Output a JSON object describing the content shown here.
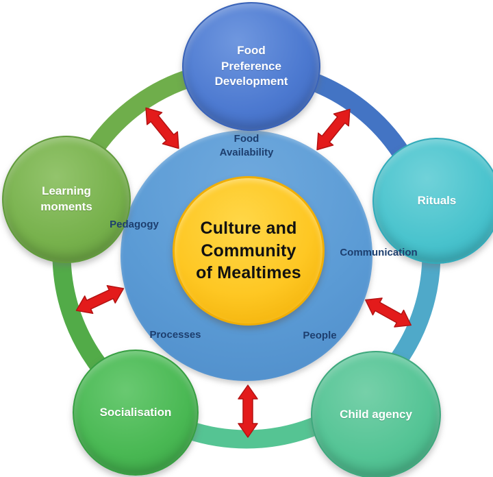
{
  "colors": {
    "arrow_red": "#e31b1b",
    "arrow_red_dark": "#b31212",
    "ring_green_upper": "#6fae4b",
    "ring_green_lower": "#52ab48",
    "ring_seagreen": "#55c493",
    "ring_teal": "#4fa9c9",
    "ring_blue": "#4374c4",
    "inner_disc": "#5b9bd5",
    "inner_disc_light": "#6fa9dd",
    "inner_disc_dark": "#4e8cc9",
    "center_yellow": "#fec723",
    "center_yellow_light": "#ffd748",
    "center_yellow_dark": "#f0ae05",
    "node_blue": "#4c79d0",
    "node_blue_light": "#6f97df",
    "node_blue_dark": "#3a63b8",
    "node_green": "#77b14c",
    "node_green_light": "#93c46c",
    "node_green_dark": "#619b3c",
    "node_teal": "#49c3cd",
    "node_teal_light": "#70d2d9",
    "node_teal_dark": "#32abba",
    "node_brightgreen": "#49b853",
    "node_brightgreen_light": "#69c971",
    "node_brightgreen_dark": "#379f42",
    "node_seagreen": "#54c495",
    "node_seagreen_light": "#76d0a9",
    "node_seagreen_dark": "#3ea87d",
    "label_navy": "#1d3e6e",
    "center_text": "#111111"
  },
  "center_circle": {
    "label": "Culture and\nCommunity\nof Mealtimes"
  },
  "inner_ring_labels": {
    "top": "Food\nAvailability",
    "left": "Pedagogy",
    "right": "Communication",
    "bottom_left": "Processes",
    "bottom_right": "People"
  },
  "outer_nodes": {
    "top": {
      "label": "Food\nPreference\nDevelopment"
    },
    "left": {
      "label": "Learning\nmoments"
    },
    "right": {
      "label": "Rituals"
    },
    "bottom_left": {
      "label": "Socialisation"
    },
    "bottom_right": {
      "label": "Child agency"
    }
  }
}
